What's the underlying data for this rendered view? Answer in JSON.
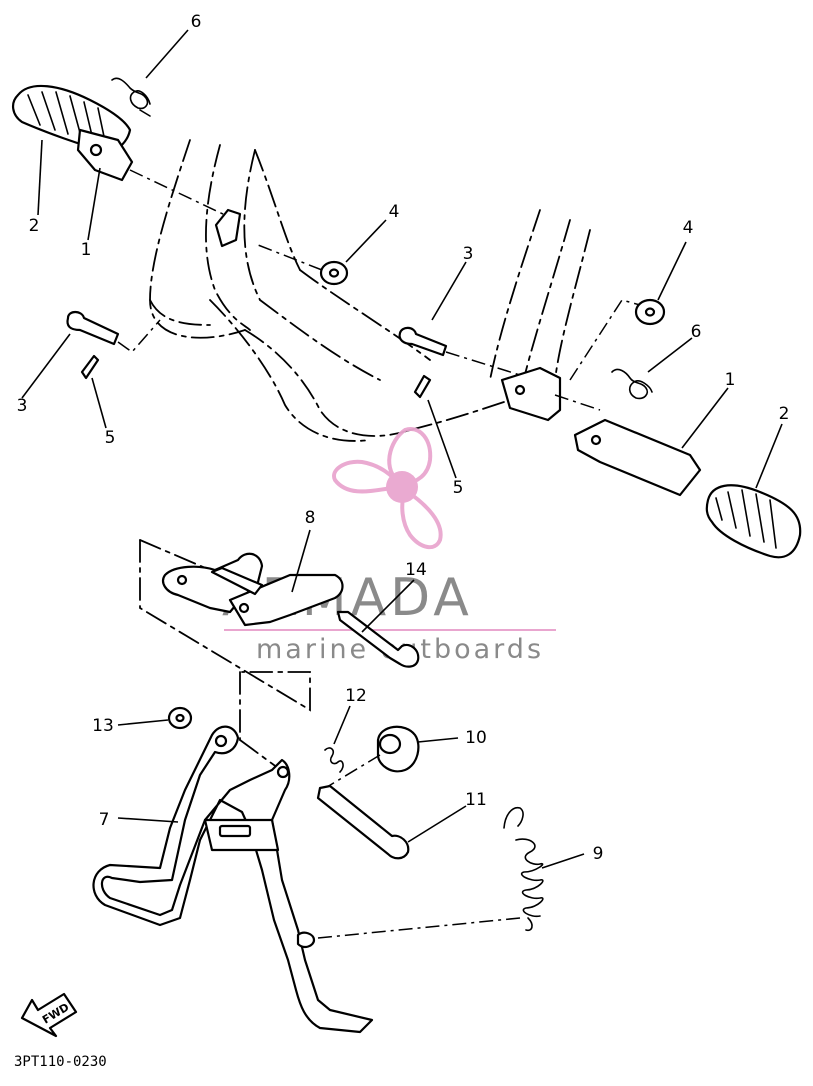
{
  "callouts": [
    {
      "id": "c-6a",
      "label": "6"
    },
    {
      "id": "c-2a",
      "label": "2"
    },
    {
      "id": "c-1a",
      "label": "1"
    },
    {
      "id": "c-4a",
      "label": "4"
    },
    {
      "id": "c-3a",
      "label": "3"
    },
    {
      "id": "c-4b",
      "label": "4"
    },
    {
      "id": "c-3b",
      "label": "3"
    },
    {
      "id": "c-6b",
      "label": "6"
    },
    {
      "id": "c-1b",
      "label": "1"
    },
    {
      "id": "c-2b",
      "label": "2"
    },
    {
      "id": "c-5a",
      "label": "5"
    },
    {
      "id": "c-5b",
      "label": "5"
    },
    {
      "id": "c-8",
      "label": "8"
    },
    {
      "id": "c-14",
      "label": "14"
    },
    {
      "id": "c-12",
      "label": "12"
    },
    {
      "id": "c-10",
      "label": "10"
    },
    {
      "id": "c-13",
      "label": "13"
    },
    {
      "id": "c-11",
      "label": "11"
    },
    {
      "id": "c-9",
      "label": "9"
    },
    {
      "id": "c-7",
      "label": "7"
    }
  ],
  "watermark": {
    "title": "ARMADA",
    "subtitle": "marine outboards",
    "logo_color": "#e9a6cf",
    "text_color": "#8a8a8a"
  },
  "direction_marker": "FWD",
  "diagram_code": "3PT110-0230"
}
